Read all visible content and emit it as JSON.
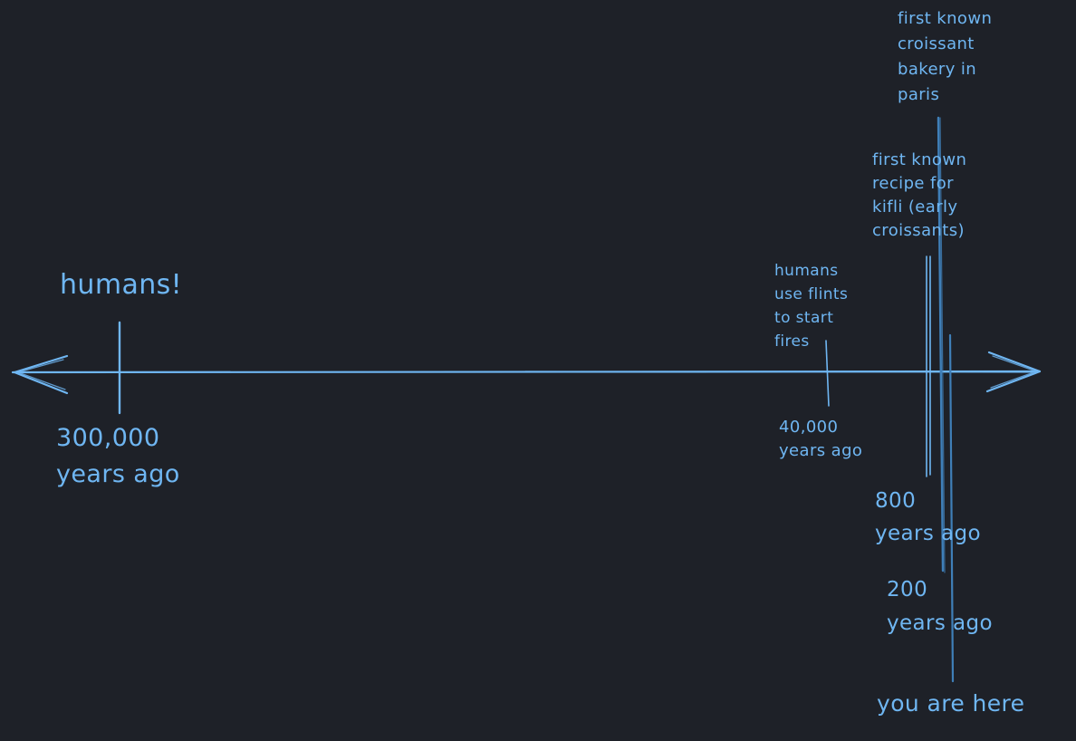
{
  "colors": {
    "background": "#1e2128",
    "ink": "#6fb6f2",
    "ink_muted": "#3f7fb8"
  },
  "timeline": {
    "events": [
      {
        "label": "humans!",
        "time": "300,000\nyears ago"
      },
      {
        "label": "humans\nuse flints\nto start\nfires",
        "time": "40,000\nyears ago"
      },
      {
        "label": "first known\nrecipe for\nkifli (early\ncroissants)",
        "time": "800\nyears ago"
      },
      {
        "label": "first known\ncroissant\nbakery in\nparis",
        "time": "200\nyears ago"
      },
      {
        "label": "",
        "time": "you are here"
      }
    ]
  }
}
